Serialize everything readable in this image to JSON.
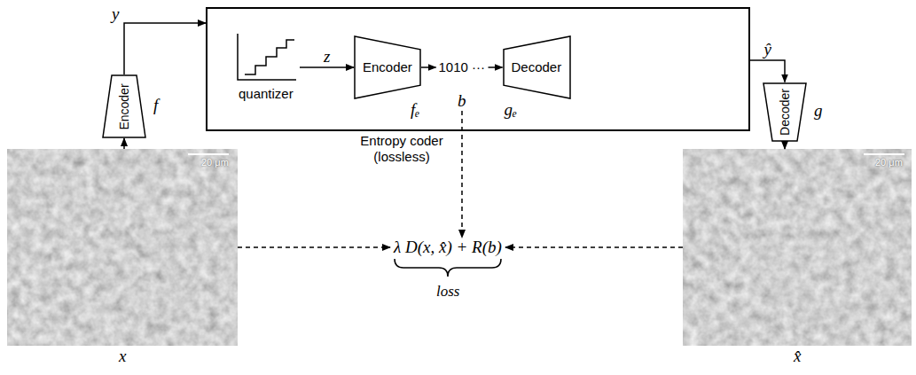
{
  "diagram": {
    "nodes": [
      {
        "text": [
          "Entropy coder (lossless)"
        ]
      },
      {
        "text": [
          "quantizer"
        ],
        "in": 0
      },
      {
        "text": [
          "Encoder",
          "fₑ"
        ],
        "in": 0
      },
      {
        "text": [
          "1010 ···",
          "b"
        ],
        "in": 0
      },
      {
        "text": [
          "Decoder",
          "gₑ"
        ],
        "in": 0
      },
      {
        "text": [
          "Encoder",
          "f"
        ]
      },
      {
        "text": [
          "Decoder",
          "g"
        ]
      },
      {
        "text": [
          "20 μm",
          "x"
        ]
      },
      {
        "text": [
          "20 μm",
          "x̂"
        ]
      },
      {
        "text": [
          "λ D(x, x̂) + R(b)",
          "loss"
        ]
      }
    ],
    "edges": [
      {
        "from": 7,
        "to": 5,
        "arrow": "to"
      },
      {
        "from": 5,
        "to": 0,
        "label": "y",
        "arrow": "to"
      },
      {
        "from": 1,
        "to": 2,
        "label": "z",
        "arrow": "to"
      },
      {
        "from": 2,
        "to": 3,
        "arrow": "to"
      },
      {
        "from": 3,
        "to": 4,
        "arrow": "to"
      },
      {
        "from": 0,
        "to": 6,
        "label": "ŷ",
        "arrow": "to"
      },
      {
        "from": 6,
        "to": 8,
        "arrow": "to"
      },
      {
        "from": 7,
        "to": 9,
        "arrow": "to"
      },
      {
        "from": 3,
        "to": 9,
        "arrow": "to"
      },
      {
        "from": 8,
        "to": 9,
        "arrow": "to"
      }
    ]
  }
}
